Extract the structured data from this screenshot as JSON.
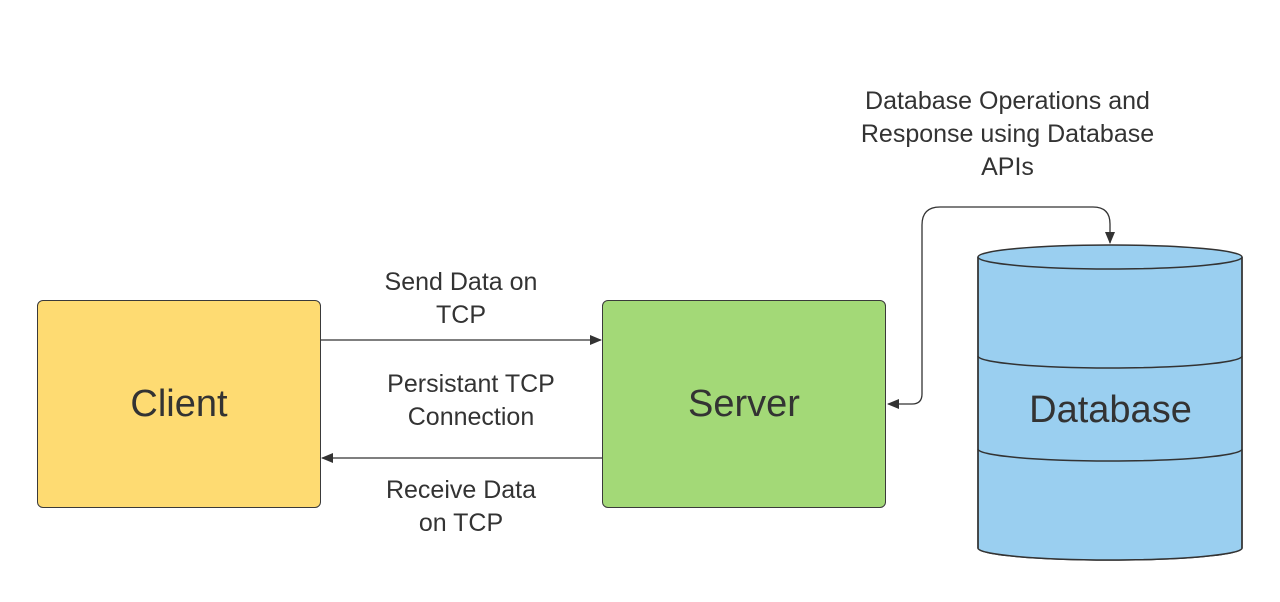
{
  "nodes": {
    "client": {
      "label": "Client",
      "color": "#fedb72"
    },
    "server": {
      "label": "Server",
      "color": "#a3d977"
    },
    "database": {
      "label": "Database",
      "color": "#9acff0"
    }
  },
  "edges": {
    "send": {
      "label": "Send Data on\nTCP"
    },
    "persistent": {
      "label": "Persistant TCP\nConnection"
    },
    "receive": {
      "label": "Receive Data\non TCP"
    },
    "db_ops": {
      "label": "Database Operations and\nResponse using Database\nAPIs"
    }
  },
  "colors": {
    "line": "#333333",
    "border": "#3a3a3a"
  }
}
